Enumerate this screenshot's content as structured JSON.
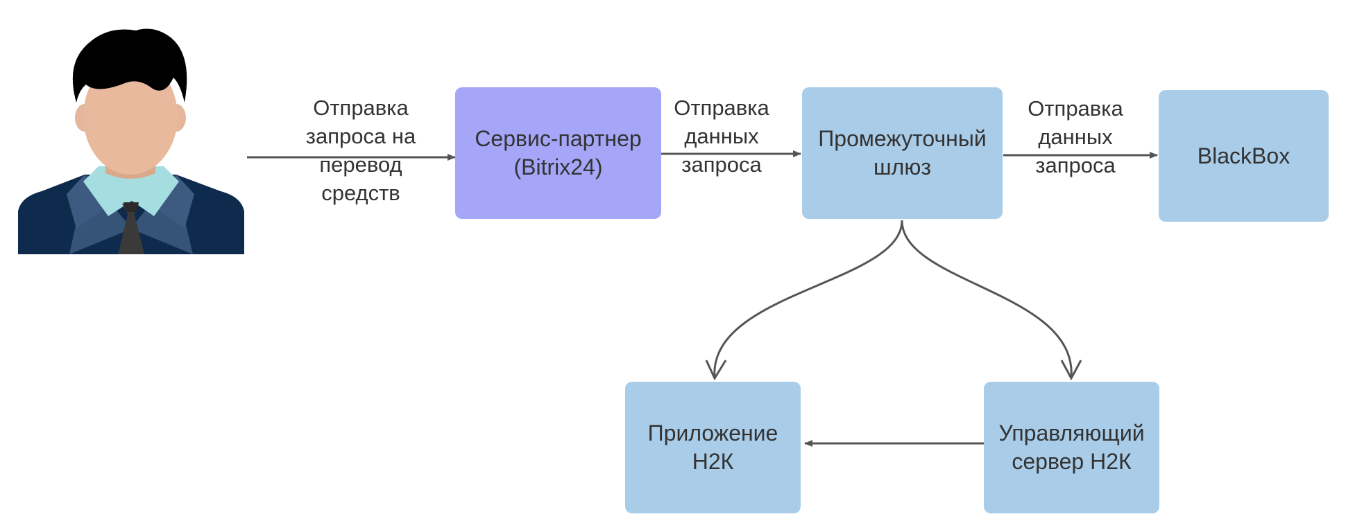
{
  "diagram": {
    "colors": {
      "node_fill": "#a9cce8",
      "partner_fill": "#a5a6f8",
      "arrow": "#555555",
      "text": "#333333"
    },
    "actor": {
      "icon": "businessman-avatar-icon"
    },
    "nodes": {
      "partner": "Сервис-партнер\n(Bitrix24)",
      "gateway": "Промежуточный\nшлюз",
      "blackbox": "BlackBox",
      "app": "Приложение\nН2К",
      "control_server": "Управляющий\nсервер Н2К"
    },
    "edges": {
      "user_to_partner": "Отправка\nзапроса на\nперевод\nсредств",
      "partner_to_gateway": "Отправка\nданных\nзапроса",
      "gateway_to_blackbox": "Отправка\nданных\nзапроса"
    }
  }
}
